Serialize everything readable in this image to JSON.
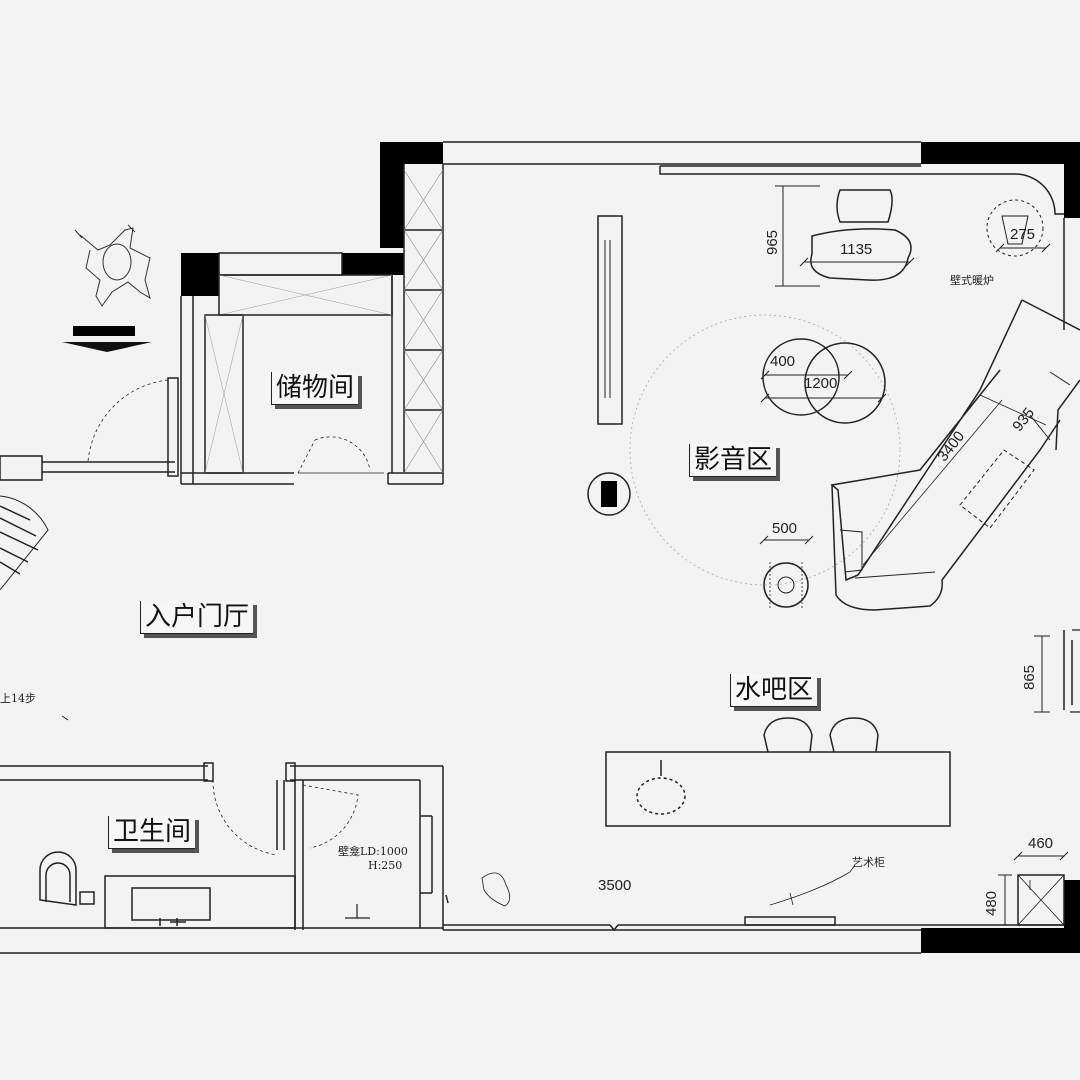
{
  "rooms": {
    "storage": "储物间",
    "entrance": "入户门厅",
    "av_zone": "影音区",
    "water_bar": "水吧区",
    "bathroom": "卫生间"
  },
  "dimensions": {
    "d965": "965",
    "d1135": "1135",
    "d275": "275",
    "d400": "400",
    "d1200": "1200",
    "d3400": "3400",
    "d935": "935",
    "d500": "500",
    "d865": "865",
    "d3500": "3500",
    "d460": "460",
    "d480": "480"
  },
  "notes": {
    "fireplace": "壁式暖炉",
    "stairs": "上14步",
    "niche_line1": "壁龛LD:1000",
    "niche_line2": "H:250",
    "art_cabinet": "艺术柜"
  },
  "colors": {
    "line": "#222222",
    "wall_fill": "#000000",
    "background": "#f3f3f3"
  }
}
